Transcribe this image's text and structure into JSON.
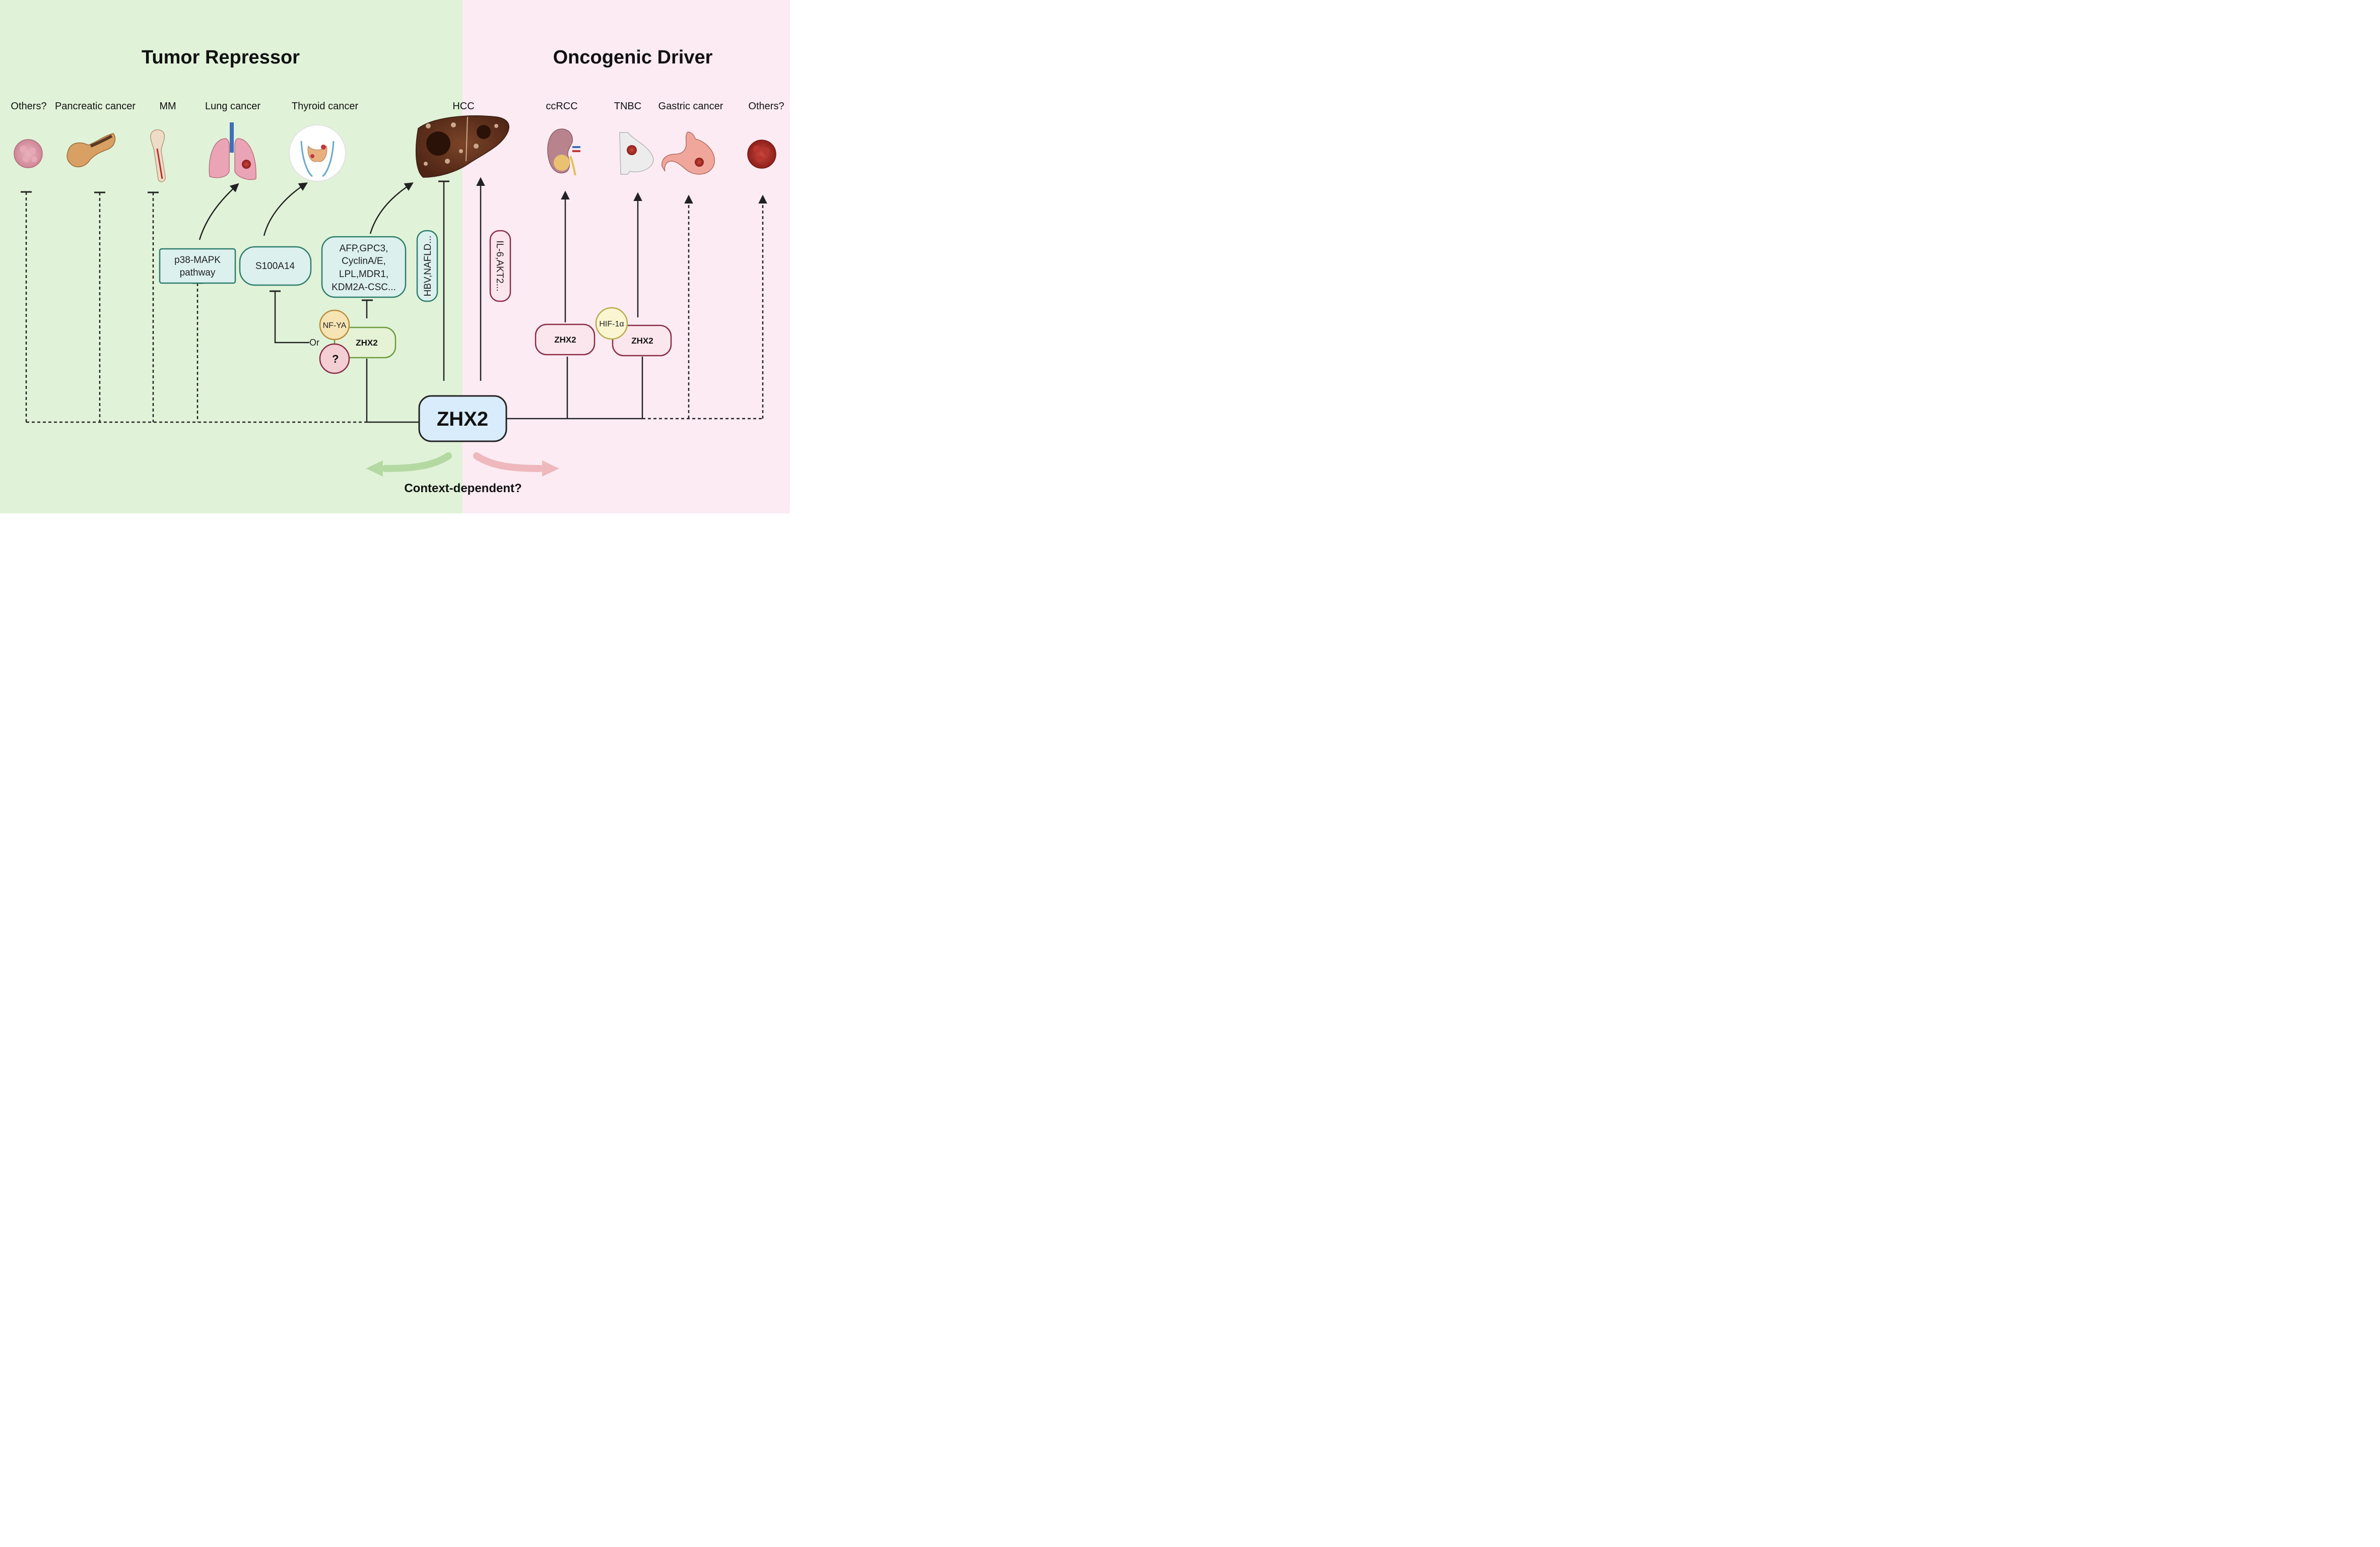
{
  "titles": {
    "left": "Tumor Repressor",
    "right": "Oncogenic Driver"
  },
  "organs": {
    "others_left": "Others?",
    "pancreatic": "Pancreatic cancer",
    "mm": "MM",
    "lung": "Lung cancer",
    "thyroid": "Thyroid cancer",
    "hcc": "HCC",
    "ccrcc": "ccRCC",
    "tnbc": "TNBC",
    "gastric": "Gastric cancer",
    "others_right": "Others?"
  },
  "boxes": {
    "p38_line1": "p38-MAPK",
    "p38_line2": "pathway",
    "s100a14": "S100A14",
    "targets_line1": "AFP,GPC3,",
    "targets_line2": "CyclinA/E,",
    "targets_line3": "LPL,MDR1,",
    "targets_line4": "KDM2A-CSC...",
    "hbv": "HBV,NAFLD...",
    "il6": "IL-6,AKT2..."
  },
  "complexes": {
    "nfya": "NF-YA",
    "question": "?",
    "or": "Or",
    "zhx2_left": "ZHX2",
    "zhx2_ccrcc": "ZHX2",
    "hif": "HIF-1α",
    "zhx2_tnbc": "ZHX2"
  },
  "center": {
    "label": "ZHX2"
  },
  "footer": {
    "label": "Context-dependent?"
  },
  "colors": {
    "left_background": "#e0f3d9",
    "right_background": "#fdebf4",
    "teal_box_fill": "#dcf1ed",
    "teal_box_stroke": "#2e7d6b",
    "pink_box_fill": "#fce6ee",
    "pink_box_stroke": "#8b2c47",
    "center_fill": "#d9ecfb",
    "center_stroke": "#222222"
  }
}
